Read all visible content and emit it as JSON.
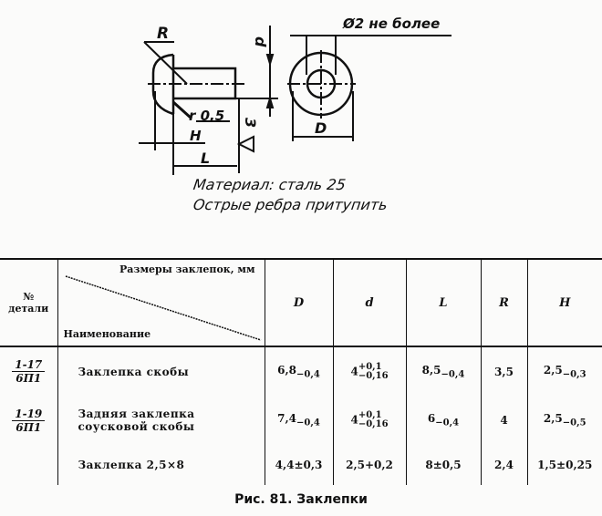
{
  "drawing": {
    "labels": {
      "R": "R",
      "r": "r 0,5",
      "d": "d",
      "D": "D",
      "H": "H",
      "L": "L",
      "roughness": "3",
      "hole": "Ø2 не более"
    },
    "notes": [
      "Материал: сталь 25",
      "Острые ребра притупить"
    ]
  },
  "table": {
    "headers": {
      "part_no": "№ детали",
      "sizes": "Размеры заклепок, мм",
      "name": "Наименование",
      "cols": [
        "D",
        "d",
        "L",
        "R",
        "H"
      ]
    },
    "rows": [
      {
        "part_top": "1-17",
        "part_bottom": "6П1",
        "name": "Заклепка скобы",
        "D": {
          "base": "6,8",
          "tol": "−0,4"
        },
        "d": {
          "base": "4",
          "tol_up": "+0,1",
          "tol_low": "−0,16"
        },
        "L": {
          "base": "8,5",
          "tol": "−0,4"
        },
        "R": "3,5",
        "H": {
          "base": "2,5",
          "tol": "−0,3"
        }
      },
      {
        "part_top": "1-19",
        "part_bottom": "6П1",
        "name": "Задняя заклепка соусковой скобы",
        "D": {
          "base": "7,4",
          "tol": "−0,4"
        },
        "d": {
          "base": "4",
          "tol_up": "+0,1",
          "tol_low": "−0,16"
        },
        "L": {
          "base": "6",
          "tol": "−0,4"
        },
        "R": "4",
        "H": {
          "base": "2,5",
          "tol": "−0,5"
        }
      },
      {
        "part_top": "",
        "part_bottom": "",
        "name": "Заклепка 2,5×8",
        "D": "4,4±0,3",
        "d": "2,5+0,2",
        "L": "8±0,5",
        "R": "2,4",
        "H": "1,5±0,25"
      }
    ]
  },
  "caption": "Рис. 81. Заклепки"
}
